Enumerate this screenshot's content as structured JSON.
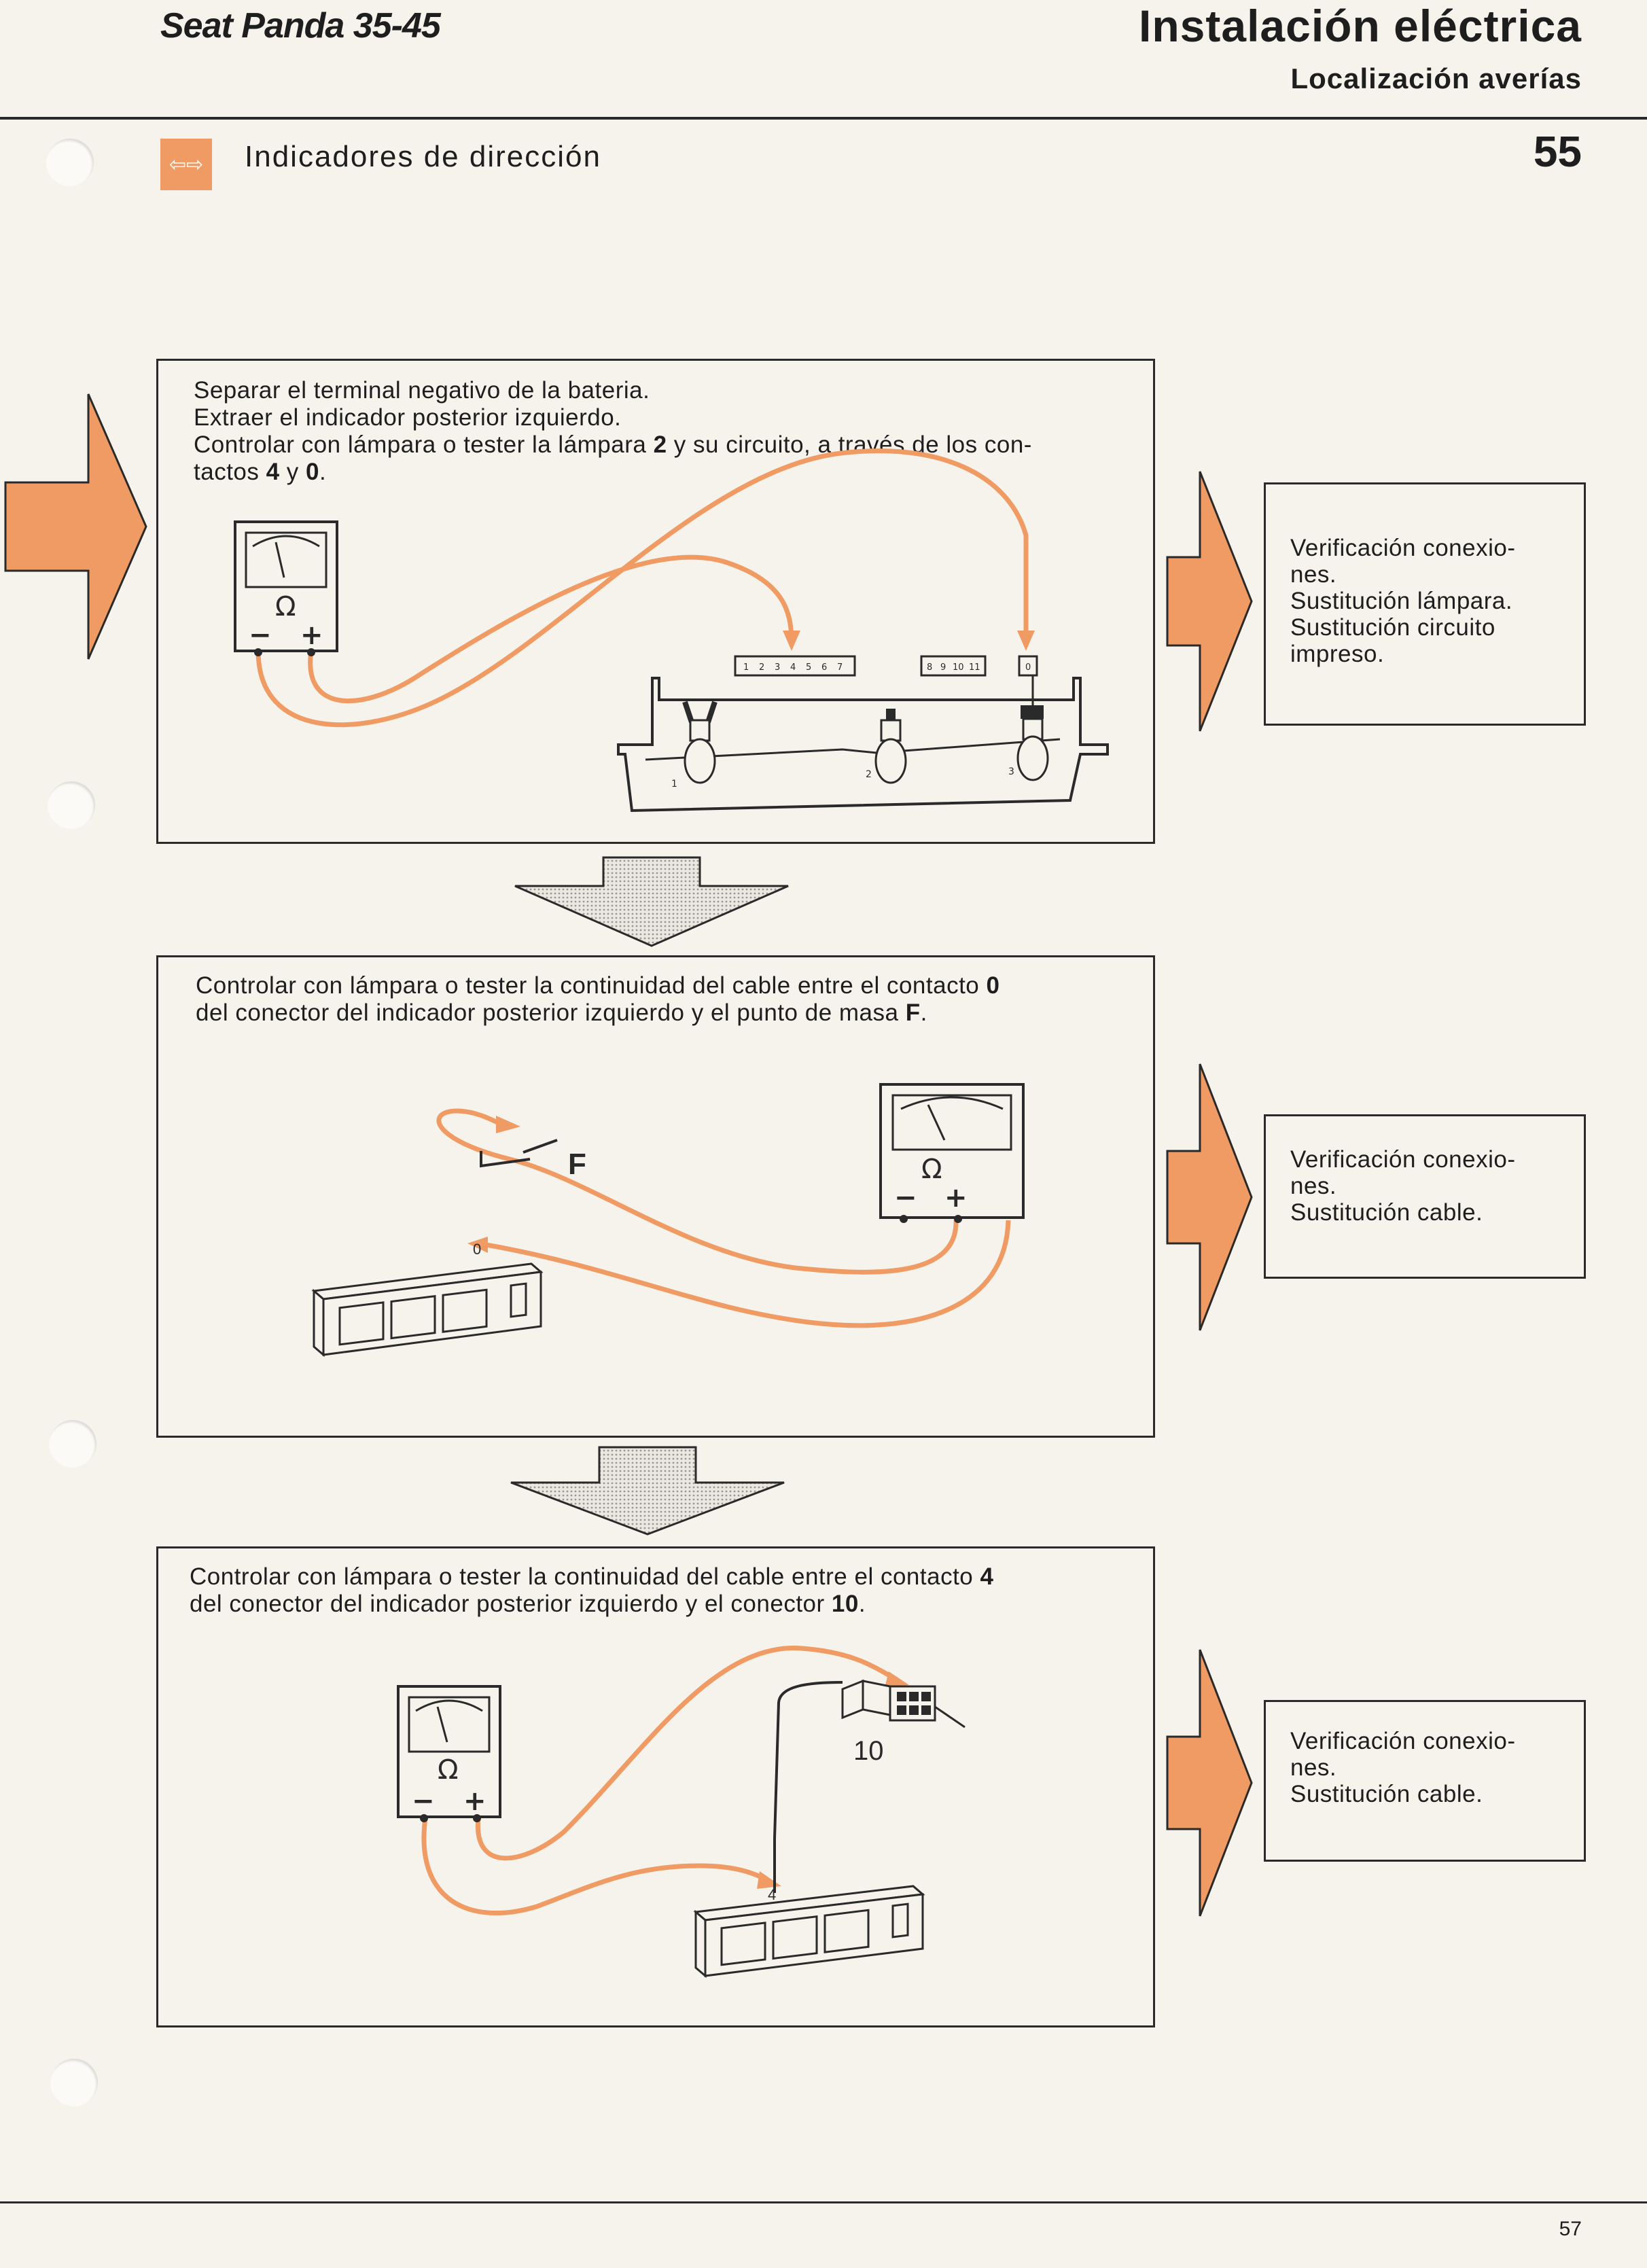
{
  "header": {
    "model": "Seat Panda 35-45",
    "section": "Instalación eléctrica",
    "subsection": "Localización averías",
    "page_number": "55"
  },
  "topic": {
    "icon": "turn-signal-arrows-icon",
    "icon_glyph": "⇦⇨",
    "title": "Indicadores de dirección"
  },
  "steps": [
    {
      "lines": [
        "Separar el terminal negativo de la bateria.",
        "Extraer el indicador posterior izquierdo.",
        "Controlar con lámpara o tester la lámpara 2 y su circuito, a través de los con-",
        "tactos 4 y 0."
      ],
      "meter_symbol": "Ω",
      "meter_minus": "−",
      "meter_plus": "+",
      "bulb_labels": [
        "1",
        "2",
        "3"
      ],
      "contact_labels_a": [
        "1",
        "2",
        "3",
        "4",
        "5",
        "6",
        "7"
      ],
      "contact_labels_b": [
        "8",
        "9",
        "10",
        "11"
      ],
      "contact_label_c": "0",
      "result": [
        "Verificación  conexio-",
        "nes.",
        "Sustitución  lámpara.",
        "Sustitución  circuito",
        "impreso."
      ]
    },
    {
      "lines": [
        "Controlar con lámpara o tester la continuidad del cable entre el contacto 0",
        "del conector del indicador posterior izquierdo y el punto de masa F."
      ],
      "meter_symbol": "Ω",
      "meter_minus": "−",
      "meter_plus": "+",
      "ground_label": "F",
      "contact_label": "0",
      "result": [
        "Verificación  conexio-",
        "nes.",
        "Sustitución cable."
      ]
    },
    {
      "lines": [
        "Controlar con lámpara o tester la continuidad del cable entre el contacto 4",
        "del conector del indicador posterior izquierdo y el conector 10."
      ],
      "meter_symbol": "Ω",
      "meter_minus": "−",
      "meter_plus": "+",
      "connector_label": "10",
      "contact_label": "4",
      "result": [
        "Verificación  conexio-",
        "nes.",
        "Sustitución cable."
      ]
    }
  ],
  "footer": {
    "page": "57"
  },
  "colors": {
    "accent": "#ef9b63",
    "ink": "#2a2a2a",
    "paper": "#f6f3ec"
  }
}
